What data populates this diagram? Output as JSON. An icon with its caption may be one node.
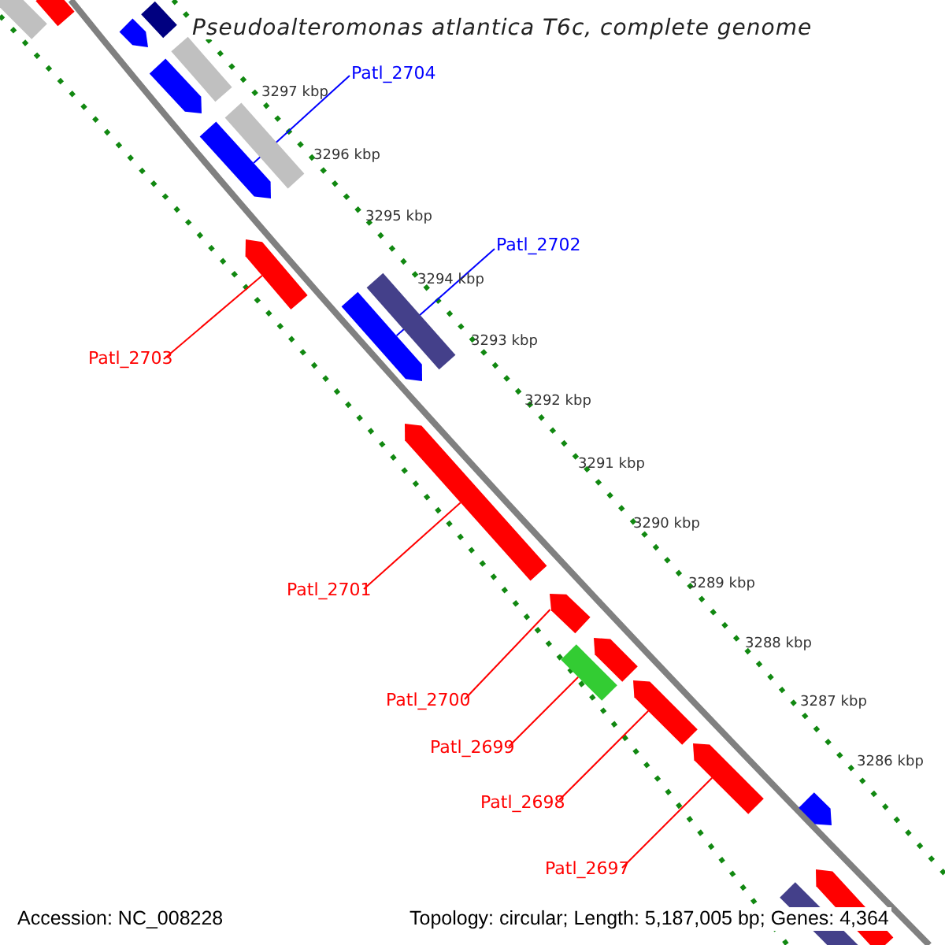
{
  "diagram": {
    "title": "Pseudoalteromonas atlantica T6c, complete genome",
    "nodes": [
      {
        "text": [
          "Patl_2704"
        ]
      },
      {
        "text": [
          "Patl_2702"
        ]
      },
      {
        "text": [
          "Patl_2703"
        ]
      },
      {
        "text": [
          "Patl_2701"
        ]
      },
      {
        "text": [
          "Patl_2700"
        ]
      },
      {
        "text": [
          "Patl_2699"
        ]
      },
      {
        "text": [
          "Patl_2698"
        ]
      },
      {
        "text": [
          "Patl_2697"
        ]
      },
      {
        "text": [],
        "shape": "bar"
      },
      {
        "text": [],
        "shape": "bar"
      },
      {
        "text": [],
        "shape": "bar"
      },
      {
        "text": [],
        "shape": "bar"
      },
      {
        "text": [],
        "shape": "bar"
      },
      {
        "text": [],
        "shape": "bar"
      },
      {
        "text": [],
        "shape": "bar"
      },
      {
        "text": [],
        "shape": "bar"
      },
      {
        "text": [],
        "shape": "bar"
      },
      {
        "text": [],
        "shape": "bar"
      },
      {
        "text": [],
        "shape": "bar"
      },
      {
        "text": [],
        "shape": "bar"
      },
      {
        "text": [],
        "shape": "bar"
      },
      {
        "text": [],
        "shape": "bar"
      },
      {
        "text": [],
        "shape": "bar"
      },
      {
        "text": [],
        "shape": "bar"
      },
      {
        "text": [],
        "shape": "bar"
      },
      {
        "text": [],
        "shape": "bar"
      },
      {
        "text": [],
        "shape": "bar"
      },
      {
        "text": [],
        "shape": "bar"
      }
    ],
    "edges": [
      {
        "from": 0,
        "to": 15,
        "arrow": "none",
        "color": "#0000ff"
      },
      {
        "from": 1,
        "to": 18,
        "arrow": "none",
        "color": "#0000ff"
      },
      {
        "from": 2,
        "to": 16,
        "arrow": "none"
      },
      {
        "from": 3,
        "to": 19,
        "arrow": "none"
      },
      {
        "from": 4,
        "to": 20,
        "arrow": "none"
      },
      {
        "from": 5,
        "to": 22,
        "arrow": "none"
      },
      {
        "from": 6,
        "to": 23,
        "arrow": "none"
      },
      {
        "from": 7,
        "to": 24,
        "arrow": "none"
      }
    ],
    "labels": [
      "3297 kbp",
      "3296 kbp",
      "3295 kbp",
      "3294 kbp",
      "3293 kbp",
      "3292 kbp",
      "3291 kbp",
      "3290 kbp",
      "3289 kbp",
      "3288 kbp",
      "3287 kbp",
      "3286 kbp",
      "Accession: NC_008228",
      "Topology: circular; Length: 5,187,005 bp; Genes: 4,364"
    ]
  }
}
